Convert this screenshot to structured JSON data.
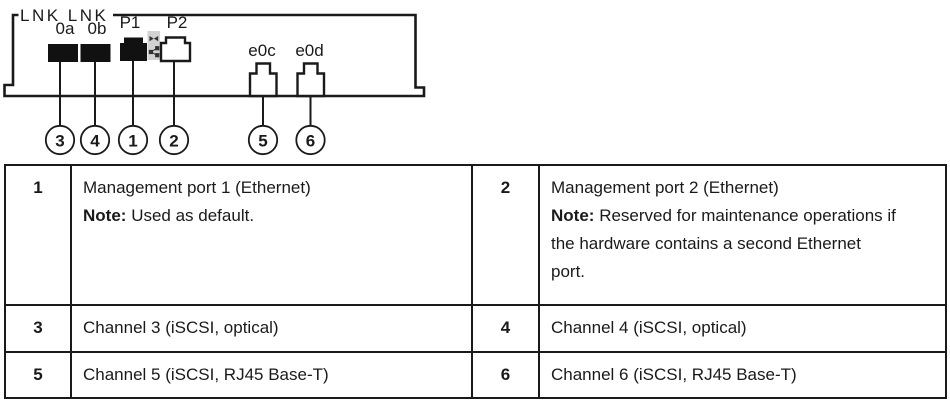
{
  "colors": {
    "ink": "#1a1a1a",
    "port_fill": "#111111",
    "badge_bg": "#d2d2d2",
    "paper": "#ffffff"
  },
  "diagram": {
    "labels": {
      "lnk": "LNK LNK",
      "port_0a": "0a",
      "port_0b": "0b",
      "p1": "P1",
      "p2": "P2",
      "e0c": "e0c",
      "e0d": "e0d"
    },
    "callouts": [
      "3",
      "4",
      "1",
      "2",
      "5",
      "6"
    ]
  },
  "table": {
    "rows": [
      [
        {
          "num": "1",
          "desc": "Management port 1 (Ethernet)",
          "note_label": "Note:",
          "note": "Used as default."
        },
        {
          "num": "2",
          "desc": "Management port 2 (Ethernet)",
          "note_label": "Note:",
          "note": "Reserved for maintenance operations if the hardware contains a second Ethernet port."
        }
      ],
      [
        {
          "num": "3",
          "desc": "Channel 3 (iSCSI, optical)"
        },
        {
          "num": "4",
          "desc": "Channel 4 (iSCSI, optical)"
        }
      ],
      [
        {
          "num": "5",
          "desc": "Channel 5 (iSCSI, RJ45 Base-T)"
        },
        {
          "num": "6",
          "desc": "Channel 6 (iSCSI, RJ45 Base-T)"
        }
      ]
    ]
  }
}
